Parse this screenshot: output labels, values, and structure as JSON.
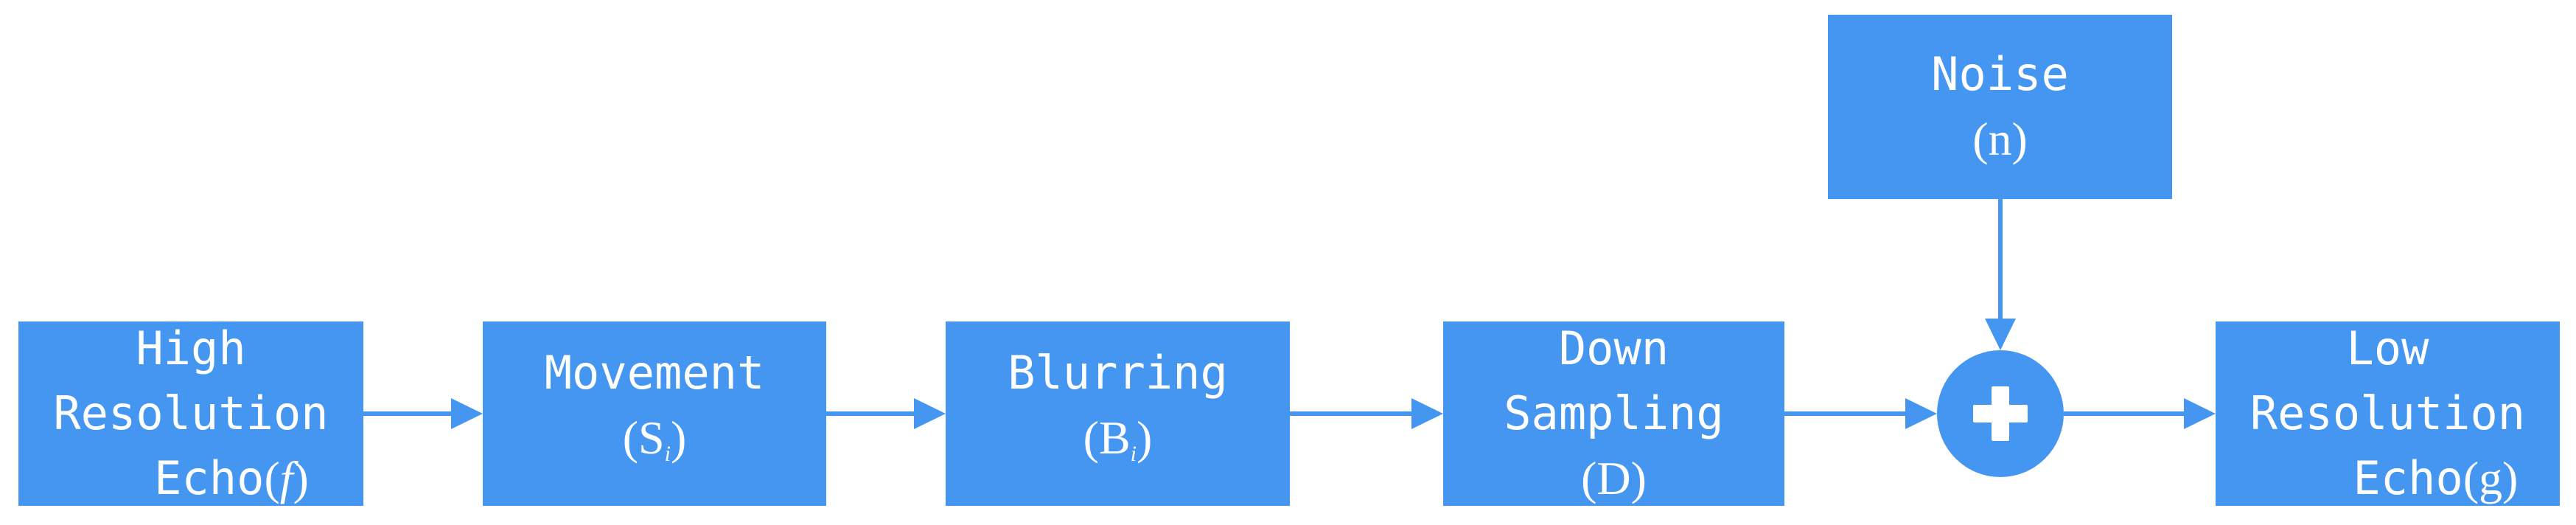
{
  "colors": {
    "block": "#4596f0",
    "arrow": "#4596f0",
    "background": "#ffffff",
    "text": "#ffffff"
  },
  "blocks": {
    "high_res": {
      "line1": "High",
      "line2": "Resolution",
      "line3_word": "Echo",
      "symbol": "f"
    },
    "movement": {
      "title": "Movement",
      "symbol": "S",
      "subscript": "i"
    },
    "blurring": {
      "title": "Blurring",
      "symbol": "B",
      "subscript": "i"
    },
    "down_sampling": {
      "line1": "Down",
      "line2": "Sampling",
      "symbol": "D"
    },
    "noise": {
      "title": "Noise",
      "symbol": "n"
    },
    "adder": {
      "icon": "plus-icon"
    },
    "low_res": {
      "line1": "Low",
      "line2": "Resolution",
      "line3_word": "Echo",
      "symbol": "g"
    }
  }
}
